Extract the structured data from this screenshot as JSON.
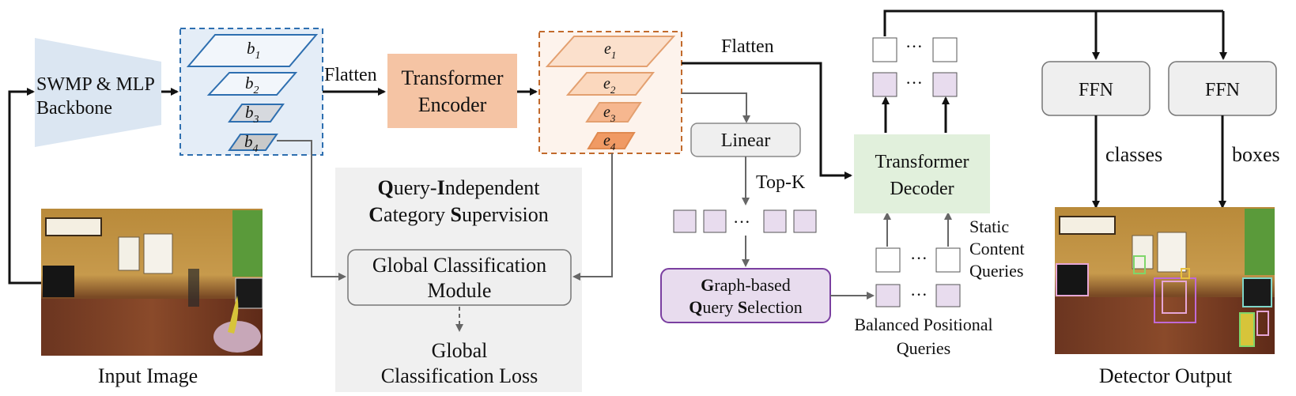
{
  "diagram": {
    "backbone": {
      "line1": "SWMP & MLP",
      "line2": "Backbone"
    },
    "input_caption": "Input Image",
    "output_caption": "Detector Output",
    "b_features": [
      "b",
      "b",
      "b",
      "b"
    ],
    "b_subscripts": [
      "1",
      "2",
      "3",
      "4"
    ],
    "e_features": [
      "e",
      "e",
      "e",
      "e"
    ],
    "e_subscripts": [
      "1",
      "2",
      "3",
      "4"
    ],
    "flatten_1": "Flatten",
    "flatten_2": "Flatten",
    "encoder": {
      "line1": "Transformer",
      "line2": "Encoder"
    },
    "linear": "Linear",
    "topk": "Top-K",
    "ellipsis": "···",
    "decoder": {
      "line1": "Transformer",
      "line2": "Decoder"
    },
    "ffn_1": "FFN",
    "ffn_2": "FFN",
    "classes": "classes",
    "boxes": "boxes",
    "qics": {
      "q_initial": "Q",
      "q_rest": "uery-",
      "i_initial": "I",
      "i_rest": "ndependent",
      "c_initial": "C",
      "c_rest": "ategory ",
      "s_initial": "S",
      "s_rest": "upervision"
    },
    "gcm": {
      "line1": "Global Classification",
      "line2": "Module"
    },
    "gcl": {
      "line1": "Global",
      "line2": "Classification Loss"
    },
    "gqs": {
      "g_initial": "G",
      "g_rest": "raph-based",
      "q_initial": "Q",
      "q_rest": "uery ",
      "s_initial": "S",
      "s_rest": "election"
    },
    "static_queries": {
      "line1": "Static",
      "line2": "Content",
      "line3": "Queries"
    },
    "balanced_queries": {
      "line1": "Balanced Positional",
      "line2": "Queries"
    },
    "colors": {
      "backbone": "#dbe6f2",
      "b_region": "#e4edf7",
      "b_stroke": "#2e6fb0",
      "e_region": "#fdf3ec",
      "e_stroke": "#c26a2c",
      "encoder": "#f5c4a4",
      "decoder": "#e1f0dc",
      "ffn": "#efefef",
      "query_purple": "#e8dcee",
      "gqs_stroke": "#7a3fa0",
      "supervision_panel": "#f0f0f0"
    }
  }
}
